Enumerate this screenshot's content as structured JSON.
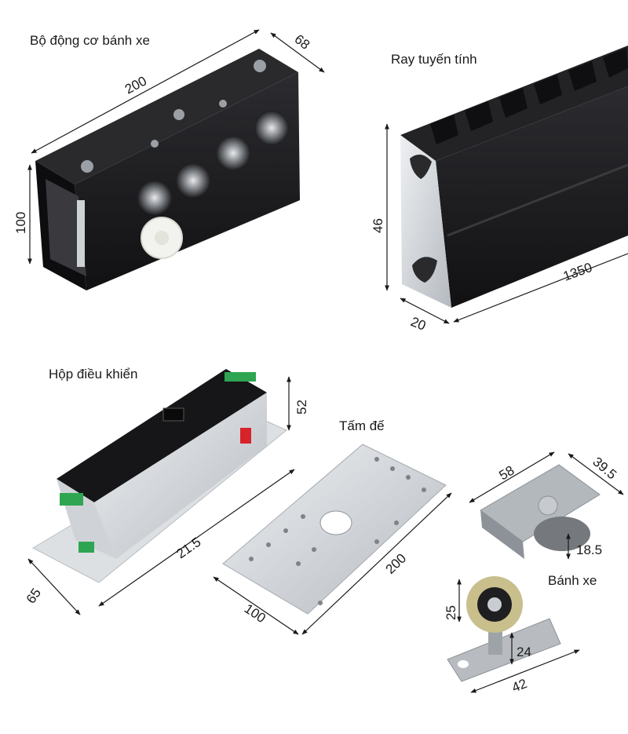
{
  "labels": {
    "motor": "Bộ động cơ bánh xe",
    "rail": "Ray tuyến tính",
    "control_box": "Hộp điều khiển",
    "base_plate": "Tấm đế",
    "wheel": "Bánh xe"
  },
  "dimensions": {
    "motor_length": "200",
    "motor_width": "68",
    "motor_height": "100",
    "rail_height": "46",
    "rail_length": "1350",
    "rail_width": "20",
    "box_height": "52",
    "box_length": "21.5",
    "box_width": "65",
    "plate_length": "200",
    "plate_width": "100",
    "bracket_length": "58",
    "bracket_width": "39.5",
    "bracket_height": "18.5",
    "wheel_diameter": "25",
    "wheel_offset": "24",
    "wheel_base": "42"
  },
  "colors": {
    "product_black": "#1b1b1d",
    "aluminum": "#c9cdd2",
    "steel": "#9ea3a8",
    "white_gear": "#f2f2ee",
    "accent_red": "#d8232a",
    "terminal_green": "#2fa552"
  }
}
